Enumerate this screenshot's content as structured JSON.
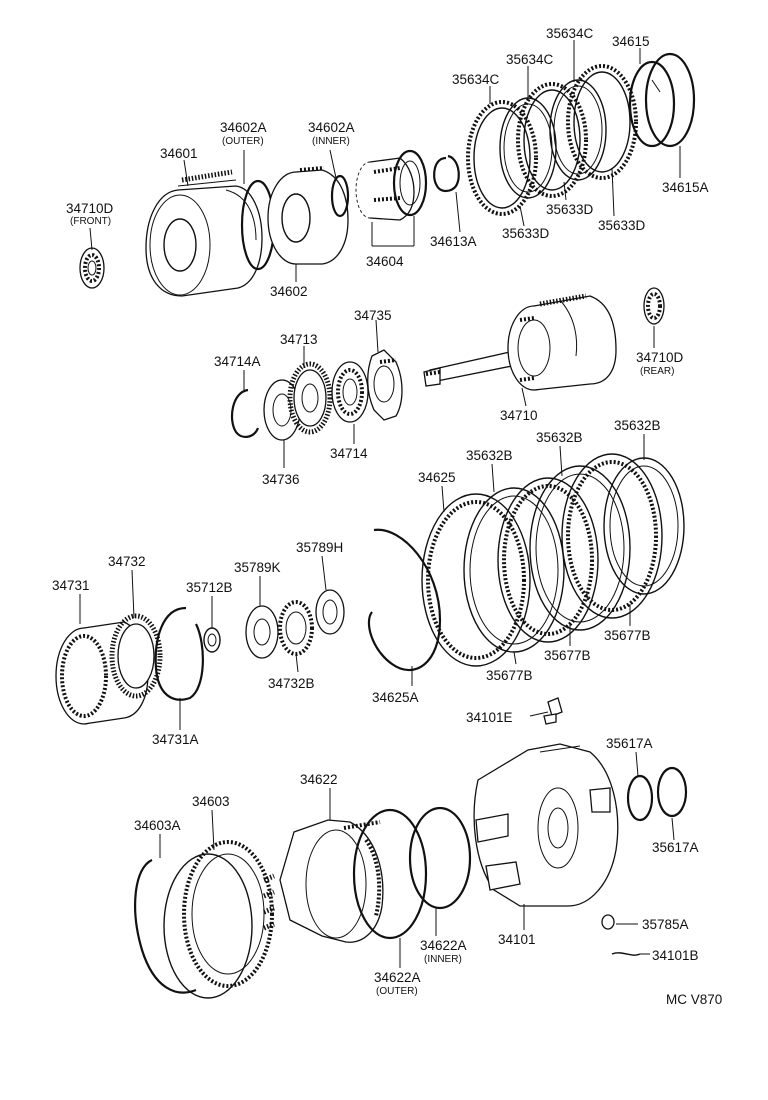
{
  "labels": {
    "l34601": "34601",
    "l34602A_outer": "34602A",
    "l34602A_outer_sub": "(OUTER)",
    "l34602A_inner": "34602A",
    "l34602A_inner_sub": "(INNER)",
    "l35634C_a": "35634C",
    "l35634C_b": "35634C",
    "l35634C_c": "35634C",
    "l34615": "34615",
    "l34710D_front": "34710D",
    "l34710D_front_sub": "(FRONT)",
    "l34602": "34602",
    "l34604": "34604",
    "l34613A": "34613A",
    "l35633D_a": "35633D",
    "l35633D_b": "35633D",
    "l35633D_c": "35633D",
    "l34615A": "34615A",
    "l34735": "34735",
    "l34713": "34713",
    "l34714A": "34714A",
    "l34710D_rear": "34710D",
    "l34710D_rear_sub": "(REAR)",
    "l34710": "34710",
    "l34736": "34736",
    "l34714": "34714",
    "l34625": "34625",
    "l35632B_a": "35632B",
    "l35632B_b": "35632B",
    "l35632B_c": "35632B",
    "l34732": "34732",
    "l34731": "34731",
    "l35789K": "35789K",
    "l35789H": "35789H",
    "l35712B": "35712B",
    "l34732B": "34732B",
    "l34625A": "34625A",
    "l35677B_a": "35677B",
    "l35677B_b": "35677B",
    "l35677B_c": "35677B",
    "l34731A": "34731A",
    "l34101E": "34101E",
    "l35617A_a": "35617A",
    "l35617A_b": "35617A",
    "l34622": "34622",
    "l34603": "34603",
    "l34603A": "34603A",
    "l34622A_inner": "34622A",
    "l34622A_inner_sub": "(INNER)",
    "l34622A_outer": "34622A",
    "l34622A_outer_sub": "(OUTER)",
    "l34101": "34101",
    "l35785A": "35785A",
    "l34101B": "34101B",
    "l_footer": "MC  V870"
  }
}
